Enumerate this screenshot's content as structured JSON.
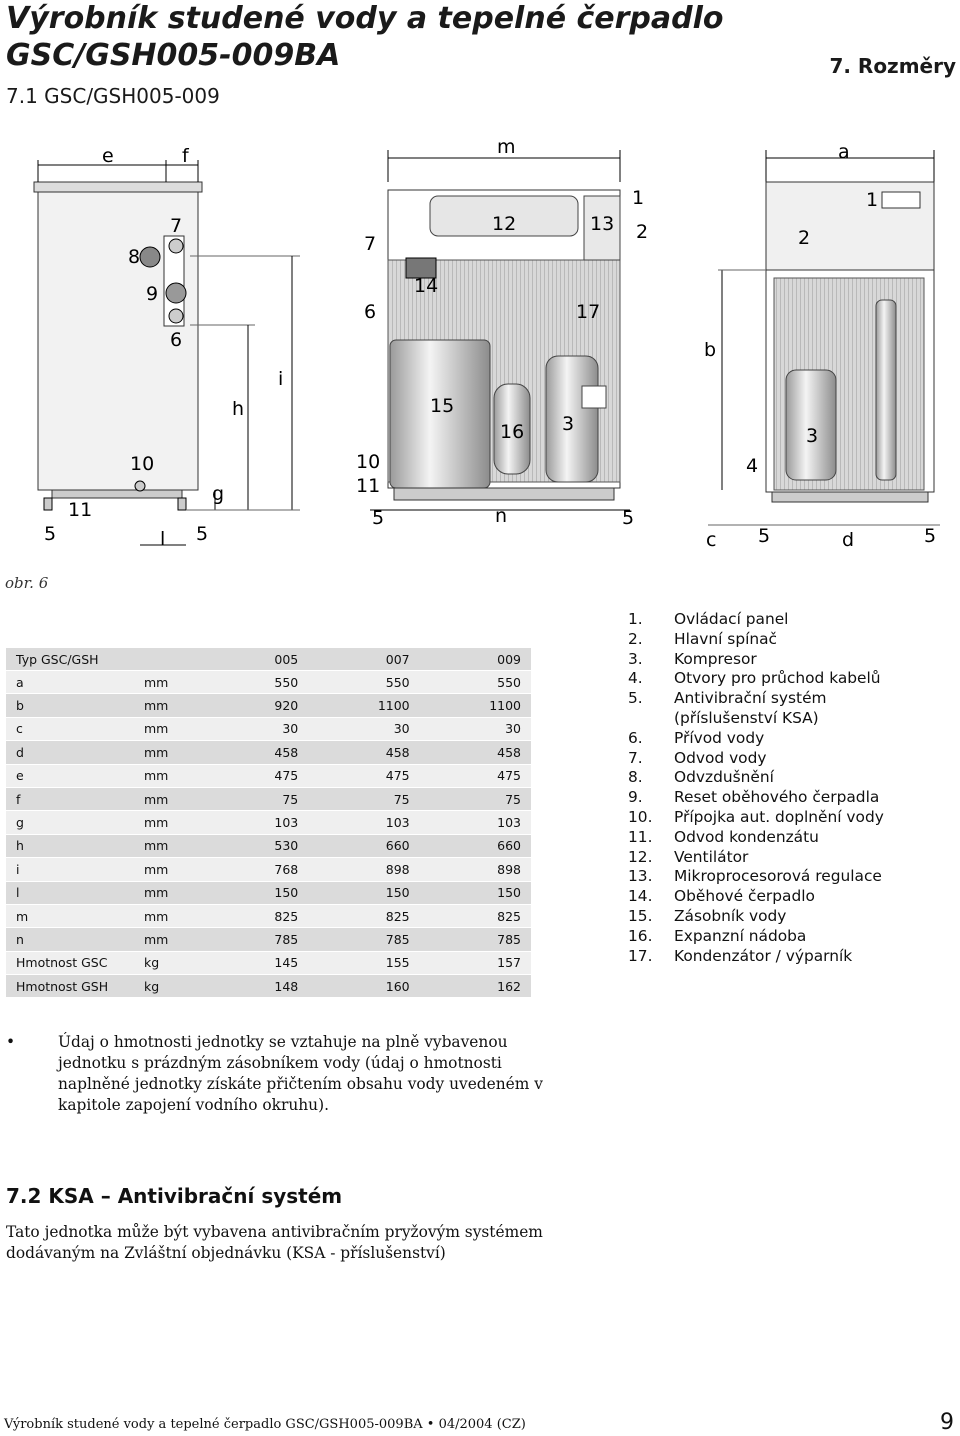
{
  "header": {
    "title_line1": "Výrobník studené vody a tepelné čerpadlo",
    "title_line2": "GSC/GSH005-009BA",
    "subsection": "7.1  GSC/GSH005-009",
    "section": "7. Rozměry"
  },
  "figure": {
    "caption": "obr. 6",
    "side_view": {
      "dim_labels": [
        "e",
        "f",
        "h",
        "i",
        "g",
        "l"
      ],
      "callouts": [
        "7",
        "8",
        "9",
        "6",
        "10",
        "11",
        "5",
        "5"
      ]
    },
    "front_view": {
      "dim_labels": [
        "m",
        "n"
      ],
      "callouts": [
        "1",
        "2",
        "7",
        "6",
        "12",
        "13",
        "14",
        "17",
        "15",
        "16",
        "3",
        "10",
        "11",
        "5",
        "5"
      ]
    },
    "right_view": {
      "dim_labels": [
        "a",
        "b",
        "c",
        "d"
      ],
      "callouts": [
        "1",
        "2",
        "3",
        "4",
        "5",
        "5"
      ]
    }
  },
  "dimensions_table": {
    "header": [
      "Typ GSC/GSH",
      "",
      "005",
      "007",
      "009"
    ],
    "rows": [
      [
        "a",
        "mm",
        "550",
        "550",
        "550"
      ],
      [
        "b",
        "mm",
        "920",
        "1100",
        "1100"
      ],
      [
        "c",
        "mm",
        "30",
        "30",
        "30"
      ],
      [
        "d",
        "mm",
        "458",
        "458",
        "458"
      ],
      [
        "e",
        "mm",
        "475",
        "475",
        "475"
      ],
      [
        "f",
        "mm",
        "75",
        "75",
        "75"
      ],
      [
        "g",
        "mm",
        "103",
        "103",
        "103"
      ],
      [
        "h",
        "mm",
        "530",
        "660",
        "660"
      ],
      [
        "i",
        "mm",
        "768",
        "898",
        "898"
      ],
      [
        "l",
        "mm",
        "150",
        "150",
        "150"
      ],
      [
        "m",
        "mm",
        "825",
        "825",
        "825"
      ],
      [
        "n",
        "mm",
        "785",
        "785",
        "785"
      ],
      [
        "Hmotnost GSC",
        "kg",
        "145",
        "155",
        "157"
      ],
      [
        "Hmotnost GSH",
        "kg",
        "148",
        "160",
        "162"
      ]
    ]
  },
  "legend": [
    {
      "num": "1.",
      "text": "Ovládací panel"
    },
    {
      "num": "2.",
      "text": "Hlavní spínač"
    },
    {
      "num": "3.",
      "text": "Kompresor"
    },
    {
      "num": "4.",
      "text": "Otvory pro průchod kabelů"
    },
    {
      "num": "5.",
      "text": "Antivibrační systém"
    },
    {
      "num": "",
      "text": "(příslušenství KSA)"
    },
    {
      "num": "6.",
      "text": "Přívod vody"
    },
    {
      "num": "7.",
      "text": "Odvod vody"
    },
    {
      "num": "8.",
      "text": "Odvzdušnění"
    },
    {
      "num": "9.",
      "text": "Reset oběhového čerpadla"
    },
    {
      "num": "10.",
      "text": "Přípojka aut. doplnění vody"
    },
    {
      "num": "11.",
      "text": "Odvod kondenzátu"
    },
    {
      "num": "12.",
      "text": "Ventilátor"
    },
    {
      "num": "13.",
      "text": "Mikroprocesorová regulace"
    },
    {
      "num": "14.",
      "text": "Oběhové čerpadlo"
    },
    {
      "num": "15.",
      "text": "Zásobník vody"
    },
    {
      "num": "16.",
      "text": "Expanzní nádoba"
    },
    {
      "num": "17.",
      "text": "Kondenzátor / výparník"
    }
  ],
  "note": {
    "bullet": "•",
    "text": "Údaj o hmotnosti jednotky se vztahuje na plně vybavenou jednotku s prázdným zásobníkem vody (údaj o hmotnosti naplněné jednotky získáte přičtením obsahu vody uvedeném v kapitole zapojení vodního okruhu)."
  },
  "section72": {
    "heading": "7.2  KSA – Antivibrační systém",
    "text": "Tato jednotka může být vybavena antivibračním pryžovým systémem dodávaným na Zvláštní objednávku (KSA - příslušenství)"
  },
  "footer": {
    "text": "Výrobník studené vody a tepelné čerpadlo GSC/GSH005-009BA  •  04/2004 (CZ)",
    "page": "9"
  }
}
